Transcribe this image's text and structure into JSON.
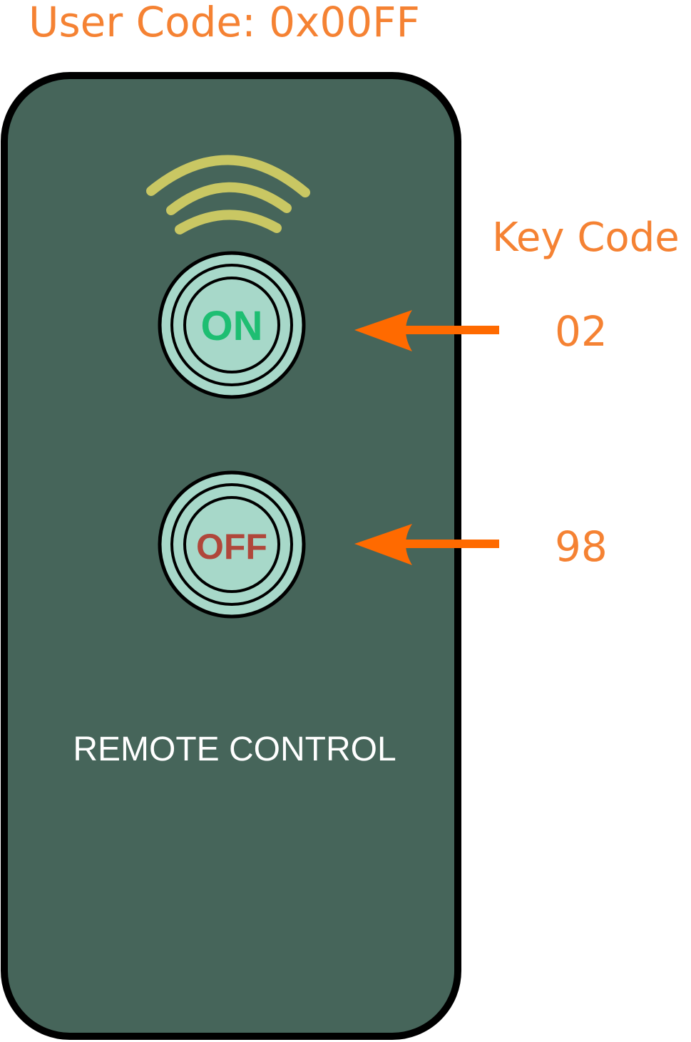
{
  "user_code": "User Code: 0x00FF",
  "key_code_title": "Key Code",
  "buttons": [
    {
      "label": "ON",
      "code": "02",
      "color": "#1EBE72"
    },
    {
      "label": "OFF",
      "code": "98",
      "color": "#B0473B"
    }
  ],
  "remote_label": "REMOTE CONTROL",
  "colors": {
    "remote_body": "#46655A",
    "button_face": "#A7D8C9",
    "signal": "#C9C763",
    "arrow": "#FF6A00",
    "text_accent": "#F58233"
  },
  "icons": [
    "signal-waves-icon",
    "arrow-left-icon"
  ]
}
